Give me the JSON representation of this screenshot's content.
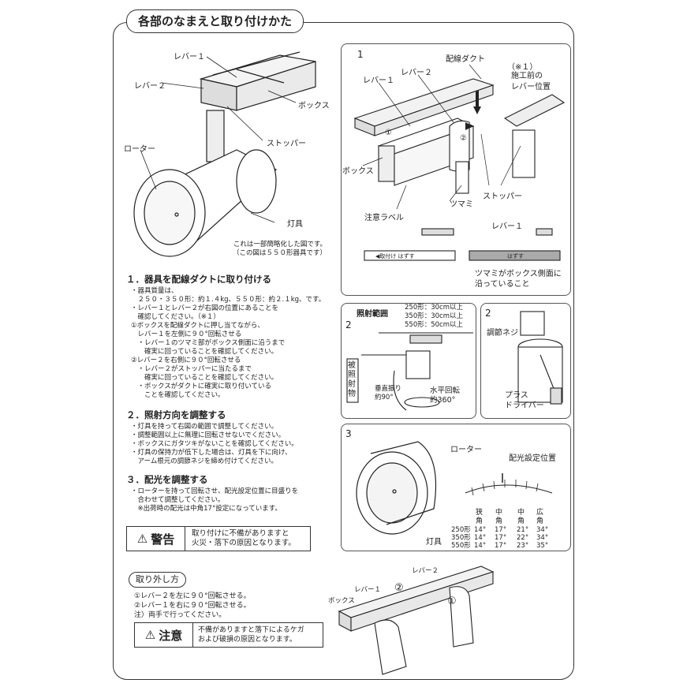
{
  "title": "各部のなまえと取り付けかた",
  "parts": {
    "lever1": "レバー１",
    "lever2": "レバー２",
    "box": "ボックス",
    "stopper": "ストッパー",
    "rotor": "ローター",
    "fixture": "灯具",
    "note": "これは一部簡略化した図です。\n（この図は５５０形器具です）"
  },
  "step1_diagram": {
    "num": "1",
    "duct": "配線ダクト",
    "lever1": "レバー１",
    "lever2": "レバー２",
    "note_ref": "（※１）",
    "note_text": "施工前の\nレバー位置",
    "box": "ボックス",
    "knob": "ツマミ",
    "stopper": "ストッパー",
    "caution_label": "注意ラベル",
    "lever1b": "レバー１",
    "mount_label": "◀取付け はずす",
    "release_label": "はずす",
    "knob_note": "ツマミがボックス側面に\n沿っていること",
    "circle1": "①",
    "circle2": "②"
  },
  "section1": {
    "heading": "１．器具を配線ダクトに取り付ける",
    "text": "・器具質量は、\n　２５０・３５０形：約１.４kg、５５０形：約２.１kg、です。\n・レバー１とレバー２が右図の位置にあることを\n　確認してください。（※１）\n①ボックスを配線ダクトに押し当てながら、\n　レバー１を左側に９０°回転させる\n　・レバー１のツマミ部がボックス側面に沿うまで\n　　確実に回っていることを確認してください。\n②レバー２を右側に９０°回転させる\n　・レバー２がストッパーに当たるまで\n　　確実に回っていることを確認してください。\n　・ボックスがダクトに確実に取り付いている\n　　ことを確認してください。"
  },
  "section2": {
    "heading": "２．照射方向を調整する",
    "text": "・灯具を持って右図の範囲で調整してください。\n・調整範囲以上に無理に回転させないでください。\n・ボックスにガタツキがないことを確認してください。\n・灯具の保持力が低下した場合は、灯具を下に向け、\n　アーム根元の調節ネジを締め付けてください。"
  },
  "section3": {
    "heading": "３．配光を調整する",
    "text": "・ローターを持って回転させ、配光設定位置に目盛りを\n　合わせて調整してください。\n　※出荷時の配光は中角17°設定になっています。"
  },
  "warning": {
    "head": "警告",
    "text": "取り付けに不備がありますと\n火災・落下の原因となります。"
  },
  "range_diagram": {
    "num": "2",
    "title": "照射範囲",
    "d250": "250形：30cm以上",
    "d350": "350形：30cm以上",
    "d550": "550形：50cm以上",
    "target": "被照射物",
    "vertical": "垂直振り\n約90°",
    "horizontal": "水平回転\n約360°"
  },
  "screw_diagram": {
    "num": "2",
    "screw": "調節ネジ",
    "driver": "プラス\nドライバー"
  },
  "beam_diagram": {
    "num": "3",
    "rotor": "ローター",
    "setting": "配光設定位置",
    "fixture": "灯具",
    "cols": [
      "狭角",
      "中角",
      "中角",
      "広角"
    ],
    "rows": [
      {
        "model": "250形",
        "vals": [
          "14°",
          "17°",
          "21°",
          "34°"
        ]
      },
      {
        "model": "350形",
        "vals": [
          "14°",
          "17°",
          "22°",
          "34°"
        ]
      },
      {
        "model": "550形",
        "vals": [
          "14°",
          "17°",
          "23°",
          "35°"
        ]
      }
    ]
  },
  "removal": {
    "heading": "取り外し方",
    "text": "①レバー２を左に９０°回転させる。\n②レバー１を右に９０°回転させる。\n注）両手で行ってください。",
    "lever2": "レバー２",
    "lever1": "レバー１",
    "box": "ボックス",
    "circle1": "①",
    "circle2": "②"
  },
  "caution": {
    "head": "注意",
    "text": "不備がありますと落下によるケガ\nおよび破損の原因となります。"
  }
}
